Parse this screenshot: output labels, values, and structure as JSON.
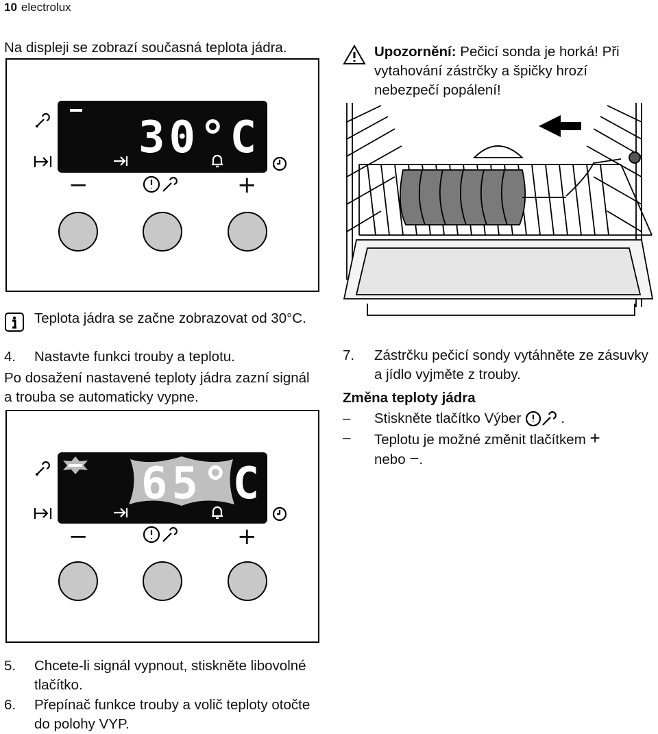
{
  "header": {
    "page_number": "10",
    "brand": "electrolux"
  },
  "left": {
    "intro": "Na displeji se zobrazí současná teplota jádra.",
    "display1_value": "30°C",
    "info_note": "Teplota jádra se začne zobrazovat od 30°C.",
    "step4_num": "4.",
    "step4_text": "Nastavte funkci trouby a teplotu.",
    "after_step4": "Po dosažení nastavené teploty jádra zazní signál a trouba se automaticky vypne.",
    "display2_value": "65°C",
    "step5_num": "5.",
    "step5_text": "Chcete-li signál vypnout, stiskněte libovolné tlačítko.",
    "step6_num": "6.",
    "step6_text": "Přepínač funkce trouby a volič teploty otočte do polohy VYP."
  },
  "right": {
    "warning_label": "Upozornění:",
    "warning_text": "Pečicí sonda je horká! Při vytahování zástrčky a špičky hrozí nebezpečí popálení!",
    "step7_num": "7.",
    "step7_text": "Zástrčku pečicí sondy vytáhněte ze zásuvky a jídlo vyjměte z trouby.",
    "section_title": "Změna teploty jádra",
    "dash1_text": "Stiskněte tlačítko Výber",
    "dash2_text_a": "Teplotu je možné změnit tlačítkem",
    "dash2_text_b": "nebo",
    "dash_symbol": "–"
  },
  "panel_symbols": {
    "minus": "−",
    "plus": "+"
  },
  "icons": [
    "probe-icon",
    "end-time-icon",
    "duration-icon",
    "bell-icon",
    "clock-icon",
    "info-icon",
    "warning-icon",
    "select-icon",
    "arrow-left-icon"
  ]
}
